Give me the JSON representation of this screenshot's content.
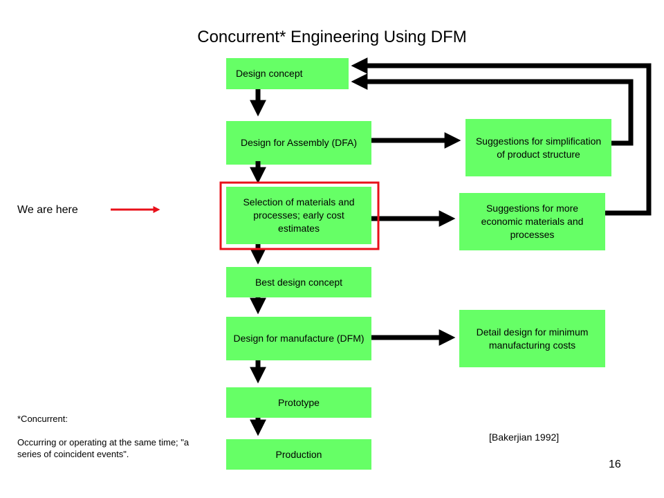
{
  "title": "Concurrent* Engineering Using DFM",
  "boxes": {
    "design_concept": "Design concept",
    "dfa": "Design for Assembly (DFA)",
    "selection": "Selection of materials and processes; early cost estimates",
    "best_design": "Best design concept",
    "dfm": "Design for manufacture (DFM)",
    "prototype": "Prototype",
    "production": "Production",
    "simplification": "Suggestions for simplification of product structure",
    "economic": "Suggestions for more economic materials and processes",
    "detail_design": "Detail design for minimum manufacturing costs"
  },
  "marker_label": "We are here",
  "footnote": {
    "term": "*Concurrent:",
    "definition": "Occurring or operating at the same time; \"a series of coincident events\"."
  },
  "reference": "[Bakerjian 1992]",
  "page_number": "16",
  "colors": {
    "box_fill": "#66ff66",
    "arrow": "#000000",
    "highlight": "#e8101a"
  }
}
